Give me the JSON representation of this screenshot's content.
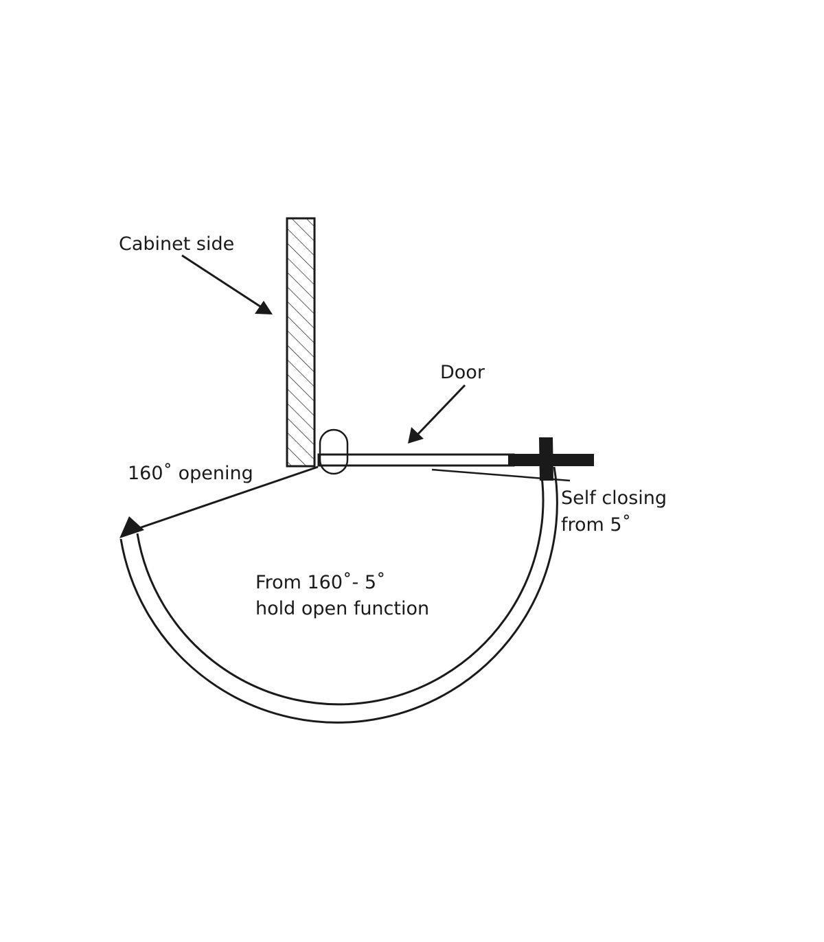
{
  "labels": {
    "cabinet_side": "Cabinet side",
    "door": "Door",
    "opening": "160˚ opening",
    "self_closing_line1": "Self closing",
    "self_closing_line2": "from 5˚",
    "hold_open_line1": "From 160˚- 5˚",
    "hold_open_line2": "hold open function"
  },
  "colors": {
    "ink": "#1a1a1a",
    "background": "#ffffff"
  }
}
